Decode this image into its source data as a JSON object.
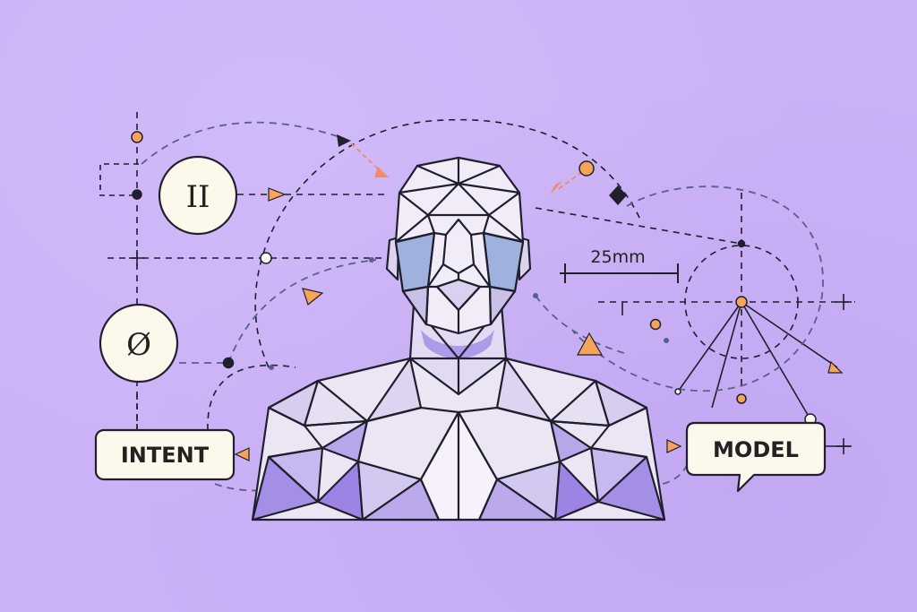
{
  "labels": {
    "symbol_top": "II",
    "symbol_mid": "Ø",
    "intent": "INTENT",
    "model": "MODEL",
    "dimension": "25mm"
  },
  "colors": {
    "background": "#cbb2f7",
    "stroke": "#1f1f2e",
    "accent_orange": "#f5a45a",
    "accent_salmon": "#ef8a6a",
    "dash_blue": "#5a5f8a",
    "panel_cream": "#fdf8ec",
    "facet_lavender": "#c9c0e8",
    "facet_purple": "#9a80e0",
    "facet_blue": "#9fb1dd"
  },
  "icons": [
    "symbol-badge-roman-two",
    "symbol-badge-diameter",
    "speech-bubble",
    "polygon-figure",
    "target-circle",
    "dimension-marker"
  ]
}
